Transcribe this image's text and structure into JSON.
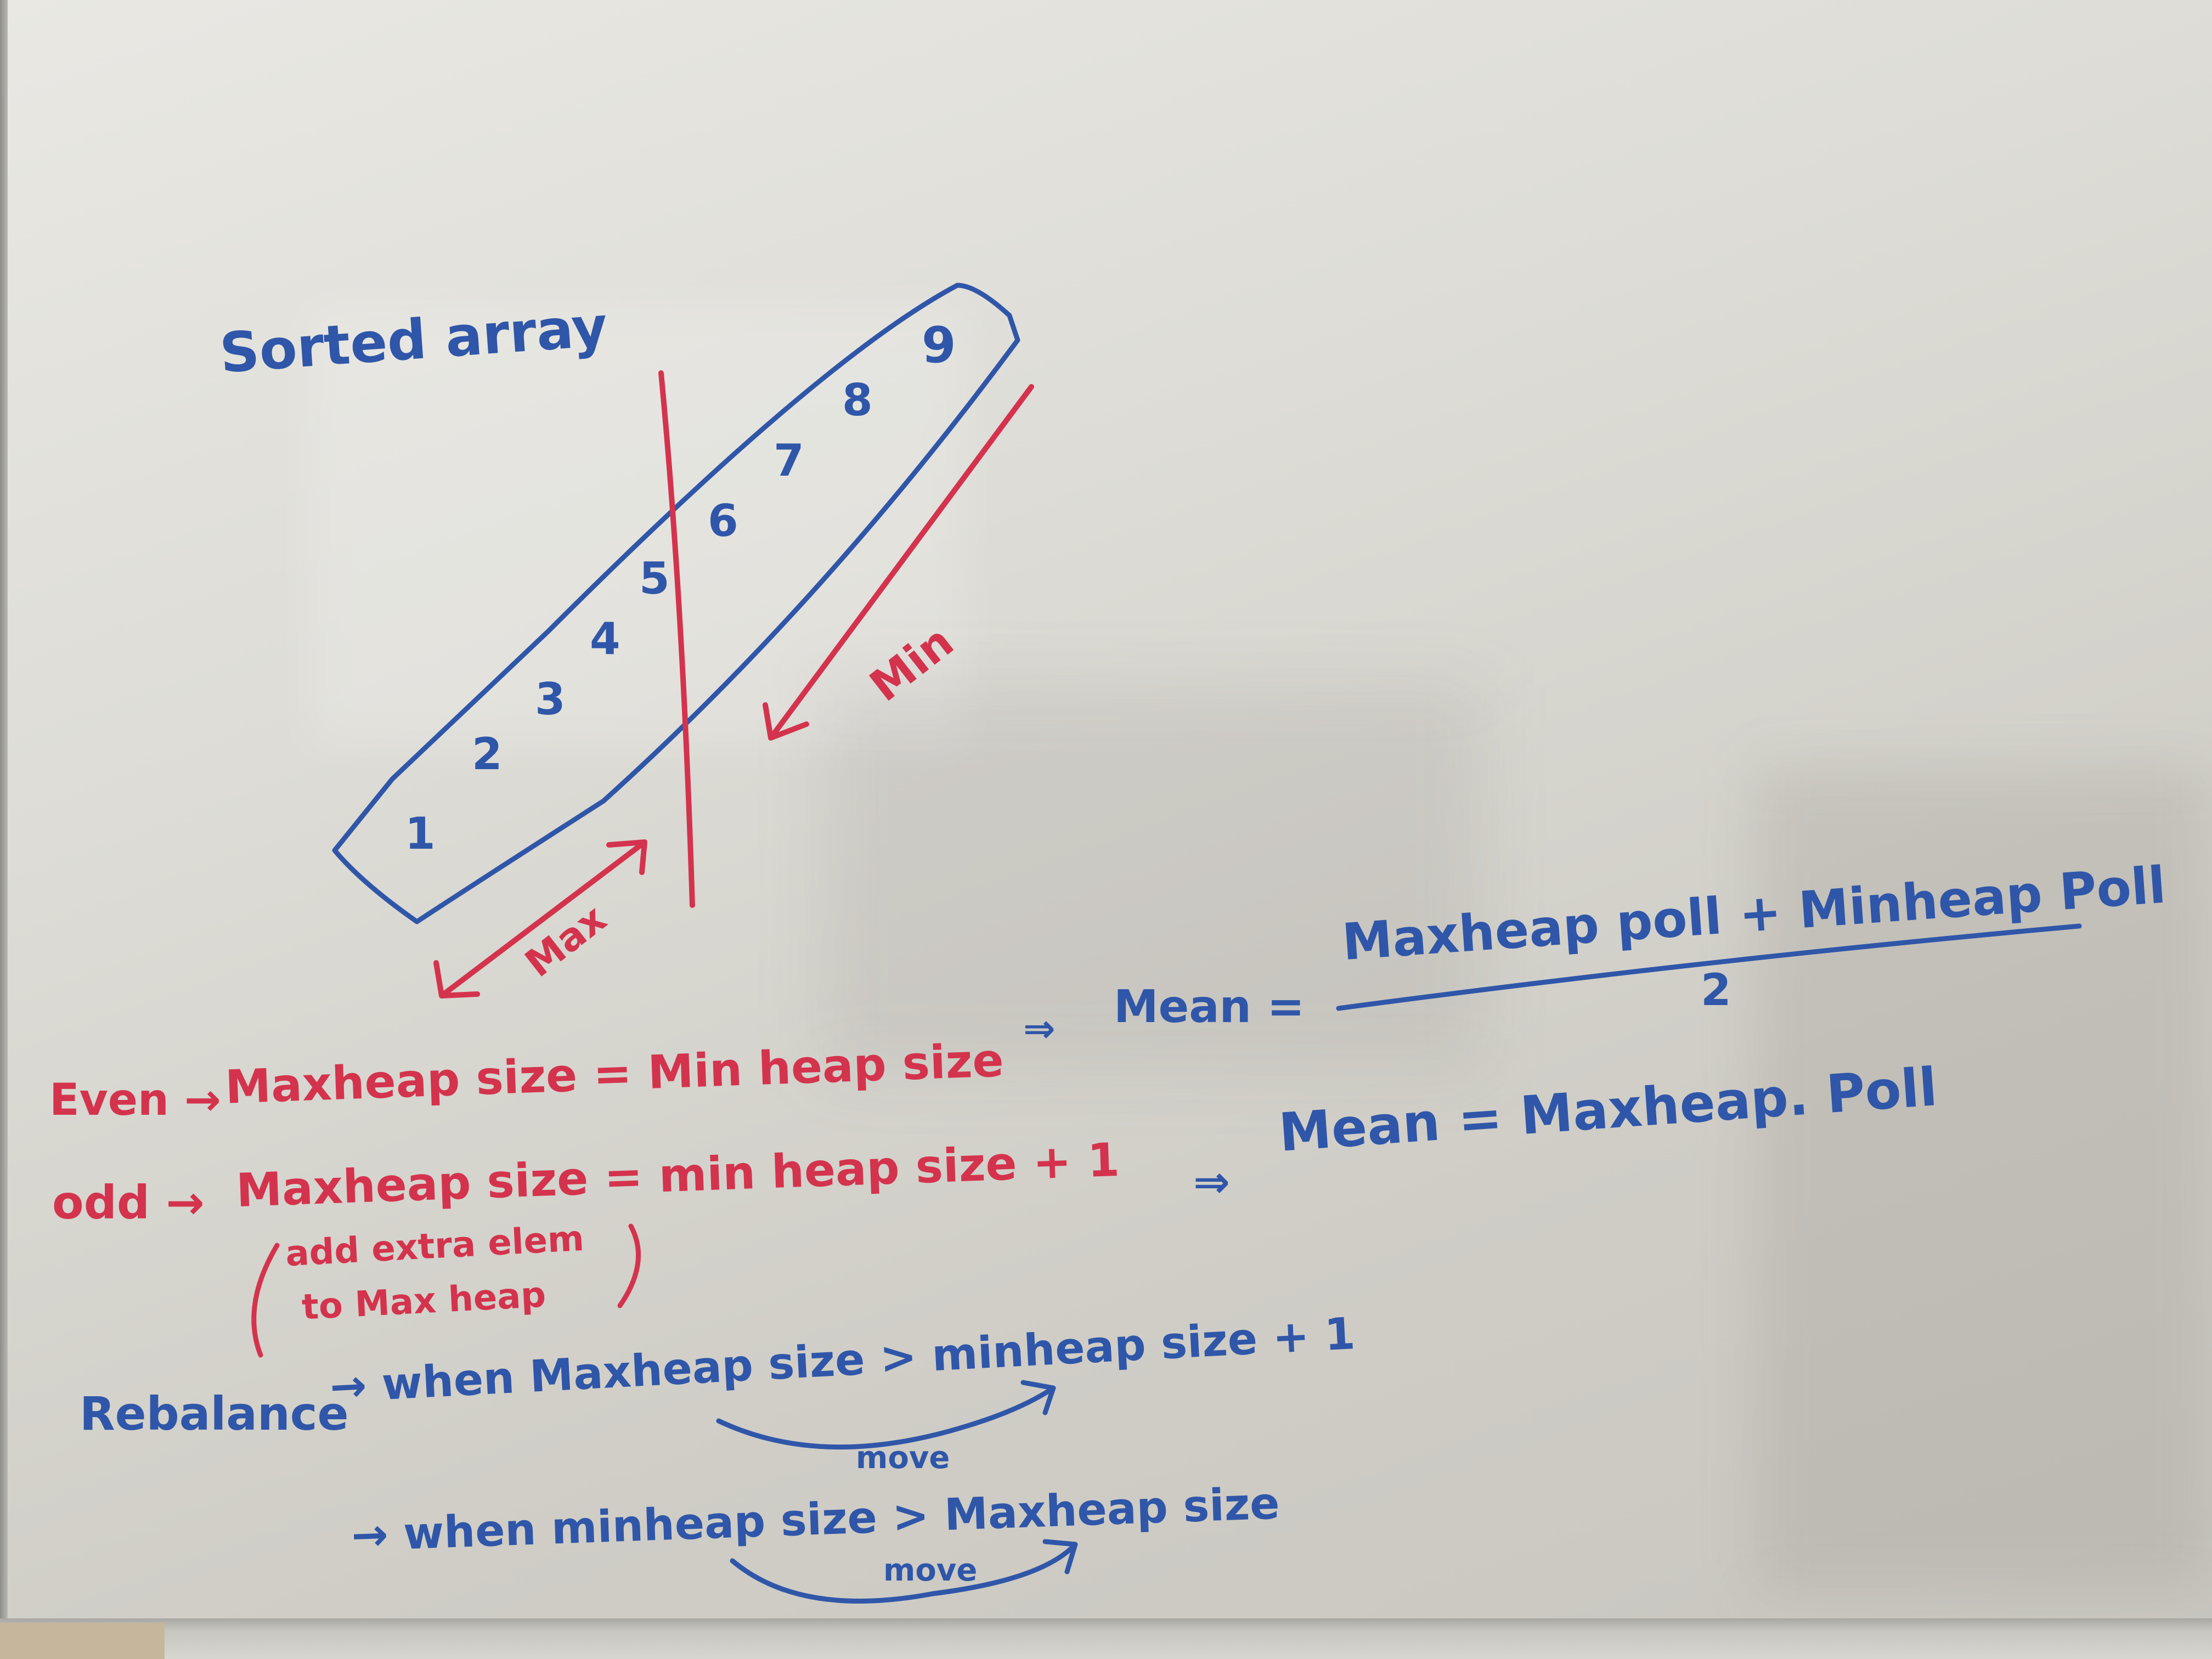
{
  "colors": {
    "blue_marker": "#2f56a8",
    "red_marker": "#d4334d",
    "board": "#dcdbd5"
  },
  "title": "Sorted array",
  "array_numbers": [
    "1",
    "2",
    "3",
    "4",
    "5",
    "6",
    "7",
    "8",
    "9"
  ],
  "arrow_labels": {
    "left": "Max",
    "right": "Min"
  },
  "mean_formula": {
    "prefix": "Mean =",
    "numerator": "Maxheap poll + Minheap Poll",
    "denominator": "2"
  },
  "even_rule": {
    "lead": "Even →",
    "text": "Maxheap size = Min heap size",
    "arrow": "⇒"
  },
  "odd_rule": {
    "lead": "odd →",
    "text": "Maxheap size = min heap size + 1",
    "arrow": "⇒",
    "result": "Mean = Maxheap. Poll",
    "note_line1": "add extra elem",
    "note_line2": "to Max heap"
  },
  "rebalance": {
    "label": "Rebalance",
    "case1": "→ when Maxheap size > minheap size + 1",
    "case2": "→ when minheap size > Maxheap size",
    "move1": "move",
    "move2": "move"
  }
}
